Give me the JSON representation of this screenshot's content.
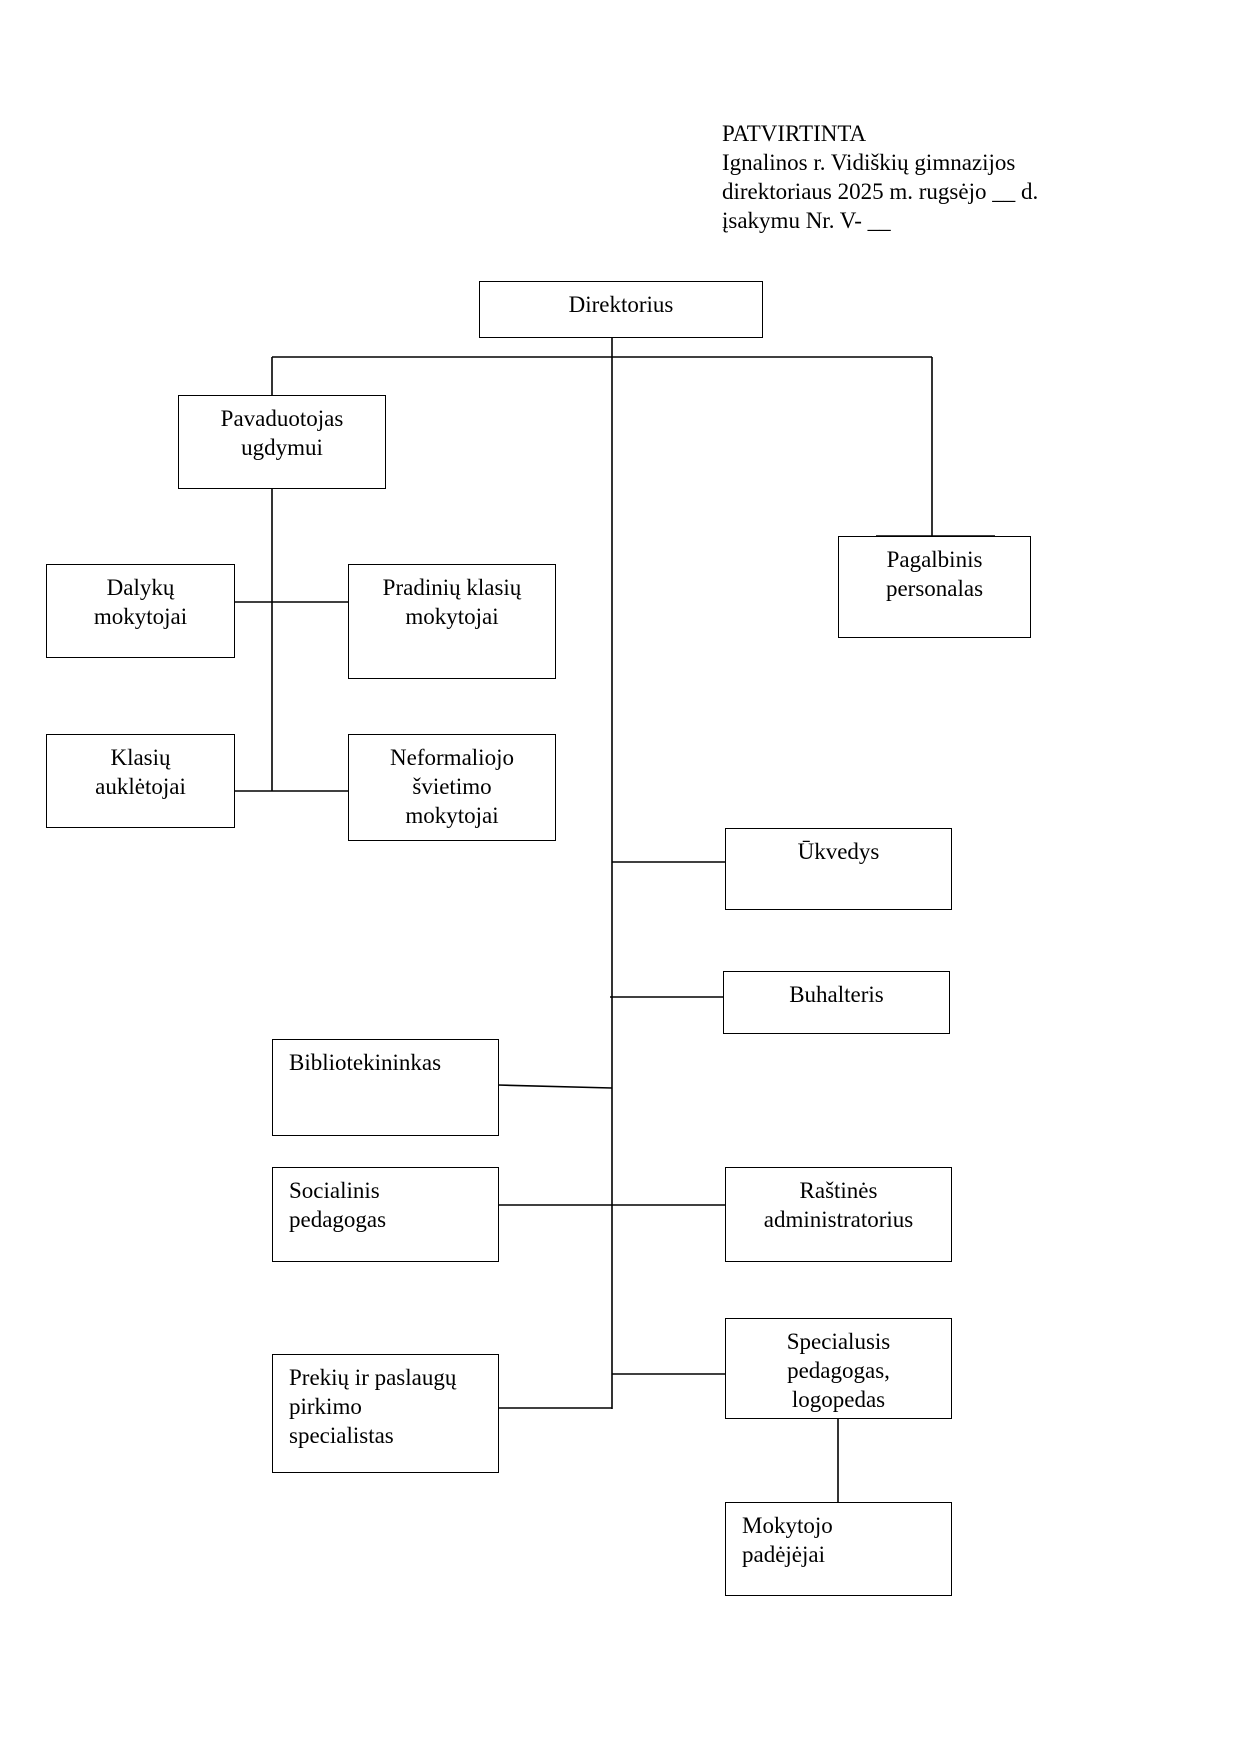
{
  "approval": {
    "line1": "PATVIRTINTA",
    "line2": "Ignalinos r. Vidiškių gimnazijos",
    "line3": "direktoriaus 2025 m. rugsėjo __ d.",
    "line4": "įsakymu Nr. V- __"
  },
  "nodes": {
    "direktorius": [
      "Direktorius"
    ],
    "pavaduotojas": [
      "Pavaduotojas",
      "ugdymui"
    ],
    "dalyku": [
      "Dalykų",
      "mokytojai"
    ],
    "pradiniu": [
      "Pradinių klasių",
      "mokytojai"
    ],
    "klasiu": [
      "Klasių",
      "auklėtojai"
    ],
    "neformaliojo": [
      "Neformaliojo",
      "švietimo",
      "mokytojai"
    ],
    "pagalbinis": [
      "Pagalbinis",
      "personalas"
    ],
    "ukvedys": [
      "Ūkvedys"
    ],
    "buhalteris": [
      "Buhalteris"
    ],
    "bibliotekininkas": [
      "Bibliotekininkas"
    ],
    "socialinis": [
      "Socialinis",
      "pedagogas"
    ],
    "rastines": [
      "Raštinės",
      "administratorius"
    ],
    "prekiu": [
      "Prekių ir paslaugų",
      "pirkimo",
      "specialistas"
    ],
    "specialusis": [
      "Specialusis",
      "pedagogas,",
      "logopedas"
    ],
    "mokytojo": [
      "Mokytojo",
      "padėjėjai"
    ]
  },
  "colors": {
    "line": "#000000",
    "background": "#ffffff"
  }
}
